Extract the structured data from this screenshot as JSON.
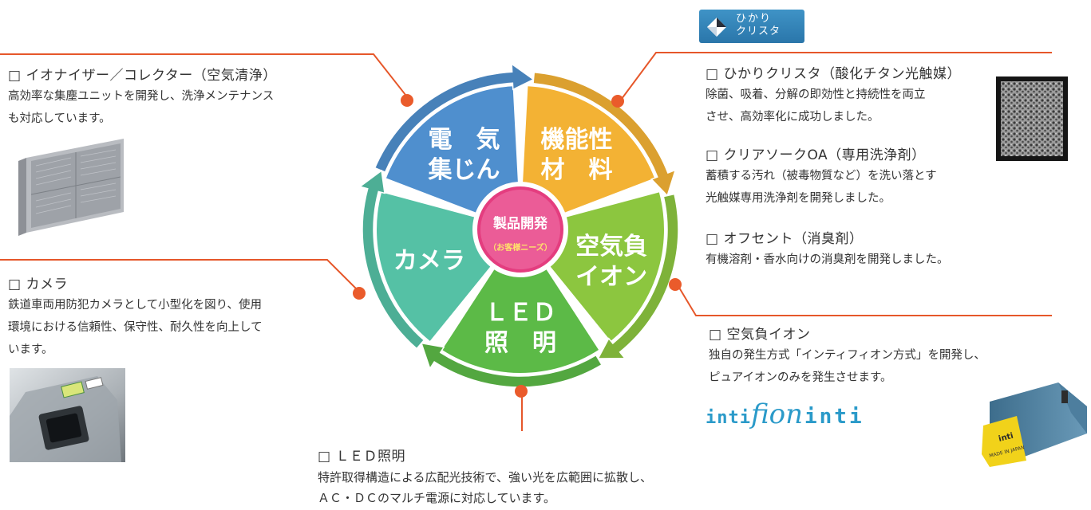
{
  "wheel": {
    "center": {
      "line1": "製品開発",
      "line2": "（お客様ニーズ）"
    },
    "segments": [
      {
        "id": "electric",
        "line1": "電　気",
        "line2": "集じん",
        "color": "#4f8fce"
      },
      {
        "id": "functional",
        "line1": "機能性",
        "line2": "材　料",
        "color": "#f3b234"
      },
      {
        "id": "ion",
        "line1": "空気負",
        "line2": "イオン",
        "color": "#8cc63f"
      },
      {
        "id": "led",
        "line1": "ＬＥＤ",
        "line2": "照　明",
        "color": "#5cba47"
      },
      {
        "id": "camera",
        "line1": "カメラ",
        "line2": "",
        "color": "#55c1a5"
      }
    ]
  },
  "blocks": {
    "ionizer": {
      "title": "□ イオナイザー／コレクター（空気清浄）",
      "lines": [
        "高効率な集塵ユニットを開発し、洗浄メンテナンス",
        "も対応しています。"
      ]
    },
    "camera": {
      "title": "□ カメラ",
      "lines": [
        "鉄道車両用防犯カメラとして小型化を図り、使用",
        "環境における信頼性、保守性、耐久性を向上して",
        "います。"
      ]
    },
    "hikari": {
      "title": "□ ひかりクリスタ（酸化チタン光触媒）",
      "lines": [
        "除菌、吸着、分解の即効性と持続性を両立",
        "させ、高効率化に成功しました。"
      ]
    },
    "clear": {
      "title": "□ クリアソークOA（専用洗浄剤）",
      "lines": [
        "蓄積する汚れ（被毒物質など）を洗い落とす",
        "光触媒専用洗浄剤を開発しました。"
      ]
    },
    "offcent": {
      "title": "□ オフセント（消臭剤）",
      "lines": [
        "有機溶剤・香水向けの消臭剤を開発しました。"
      ]
    },
    "ion": {
      "title": "□ 空気負イオン",
      "lines": [
        "独自の発生方式「インティフィオン方式」を開発し、",
        "ピュアイオンのみを発生させます。"
      ]
    },
    "led": {
      "title": "□ ＬＥＤ照明",
      "lines": [
        "特許取得構造による広配光技術で、強い光を広範囲に拡散し、",
        "ＡＣ・ＤＣのマルチ電源に対応しています。"
      ]
    }
  },
  "logos": {
    "hikari": {
      "line1": "ひかり",
      "line2": "クリスタ"
    },
    "intifion": {
      "part1": "inti",
      "part2": "fion"
    },
    "inti": "inti",
    "device_text": {
      "line1": "inti",
      "line2": "MADE IN JAPAN"
    }
  },
  "colors": {
    "leader": "#e6572a",
    "dot": "#ea5b2b",
    "text": "#333333"
  }
}
